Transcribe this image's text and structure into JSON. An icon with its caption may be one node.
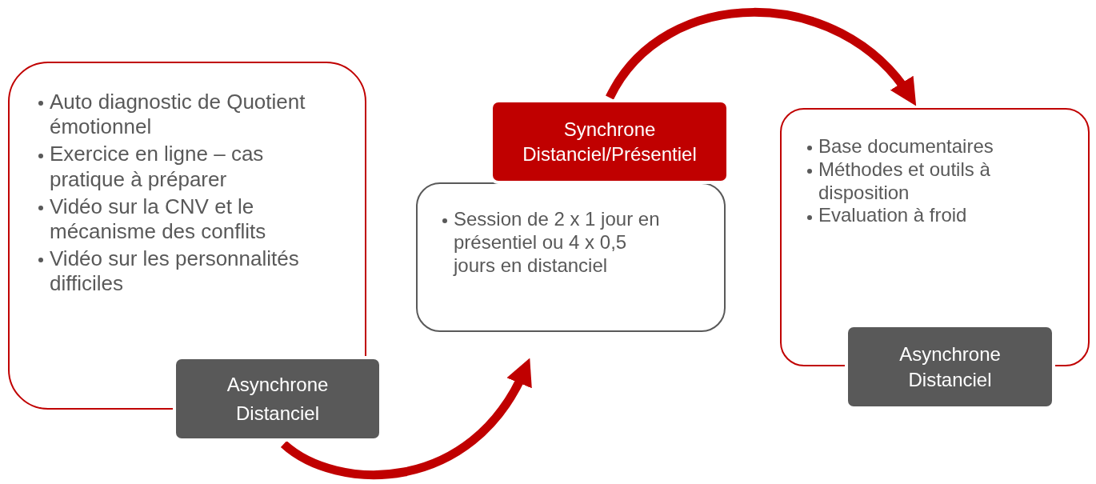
{
  "diagram": {
    "nodes": [
      {
        "text": [
          "Auto diagnostic de Quotient émotionnel",
          "Exercice en ligne – cas pratique à préparer",
          "Vidéo sur la CNV et le mécanisme des conflits",
          "Vidéo sur les personnalités difficiles"
        ]
      },
      {
        "text": [
          "Asynchrone Distanciel"
        ]
      },
      {
        "text": [
          "Synchrone Distanciel/Présentiel"
        ]
      },
      {
        "text": [
          "Session de 2 x 1 jour en présentiel ou 4 x 0,5 jours en distanciel"
        ]
      },
      {
        "text": [
          "Base documentaires",
          "Méthodes et outils à disposition",
          "Evaluation à froid"
        ]
      },
      {
        "text": [
          "Asynchrone Distanciel"
        ]
      }
    ],
    "edges": [
      {
        "from": 1,
        "to": 3,
        "arrow": "to"
      },
      {
        "from": 2,
        "to": 4,
        "arrow": "to"
      }
    ]
  }
}
